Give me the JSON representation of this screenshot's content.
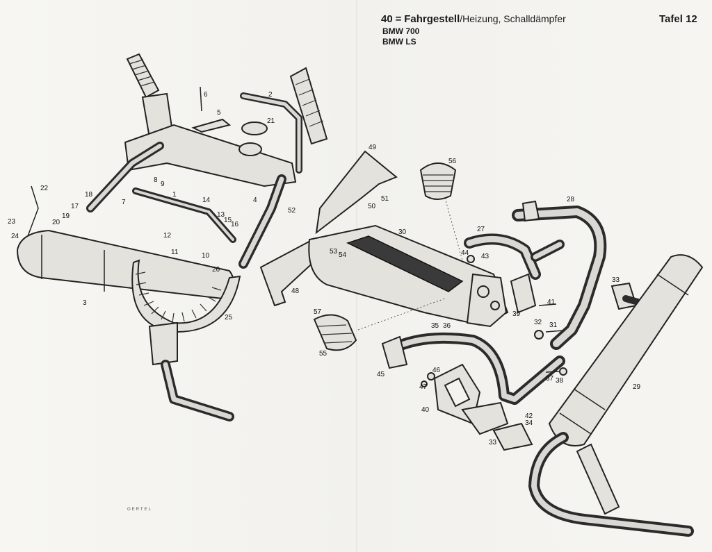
{
  "header": {
    "group_number": "40",
    "group_sep": "=",
    "group_main": "Fahrgestell",
    "group_rest": "/Heizung, Schalldämpfer",
    "plate": "Tafel 12",
    "model_1": "BMW 700",
    "model_2": "BMW LS"
  },
  "footer": {
    "maker_mark": "OERTEL"
  },
  "callouts": [
    "1",
    "2",
    "3",
    "4",
    "5",
    "6",
    "7",
    "8",
    "9",
    "10",
    "11",
    "12",
    "13",
    "14",
    "15",
    "16",
    "17",
    "18",
    "19",
    "20",
    "21",
    "22",
    "23",
    "24",
    "25",
    "26",
    "27",
    "28",
    "29",
    "30",
    "31",
    "32",
    "33",
    "33",
    "34",
    "35",
    "36",
    "37",
    "38",
    "39",
    "40",
    "41",
    "42",
    "43",
    "44",
    "45",
    "46",
    "47",
    "48",
    "49",
    "50",
    "51",
    "52",
    "53",
    "54",
    "55",
    "56",
    "57"
  ]
}
